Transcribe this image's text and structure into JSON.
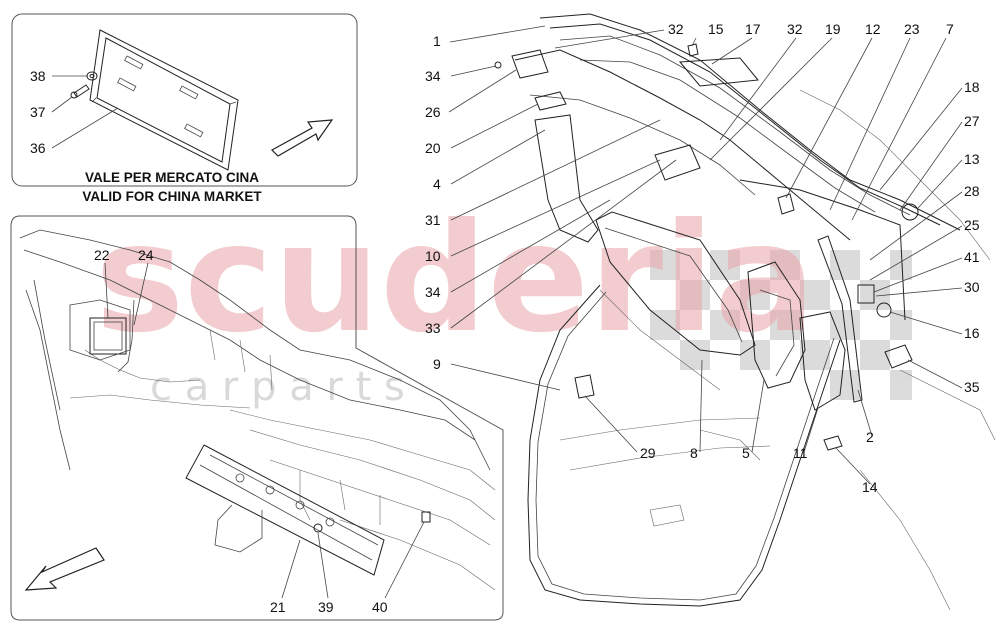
{
  "captions": {
    "china_it": "VALE PER MERCATO CINA",
    "china_en": "VALID FOR CHINA MARKET"
  },
  "watermark": {
    "main": "scuderia",
    "sub": "c  a  r     p  a  r  t  s"
  },
  "callouts": {
    "n1": "1",
    "n32a": "32",
    "n15": "15",
    "n17": "17",
    "n32b": "32",
    "n19": "19",
    "n12": "12",
    "n23": "23",
    "n7": "7",
    "n34a": "34",
    "n26": "26",
    "n20": "20",
    "n4": "4",
    "n31": "31",
    "n10": "10",
    "n34b": "34",
    "n33": "33",
    "n9": "9",
    "n29": "29",
    "n8": "8",
    "n5": "5",
    "n11": "11",
    "n2": "2",
    "n14": "14",
    "n18": "18",
    "n27": "27",
    "n13": "13",
    "n28": "28",
    "n25": "25",
    "n41": "41",
    "n30": "30",
    "n16": "16",
    "n35": "35",
    "n38": "38",
    "n37": "37",
    "n36": "36",
    "n22": "22",
    "n24": "24",
    "n21": "21",
    "n39": "39",
    "n40": "40"
  },
  "colors": {
    "ink": "#222222",
    "watermark": "#e8a3a8",
    "frame": "#555555"
  }
}
